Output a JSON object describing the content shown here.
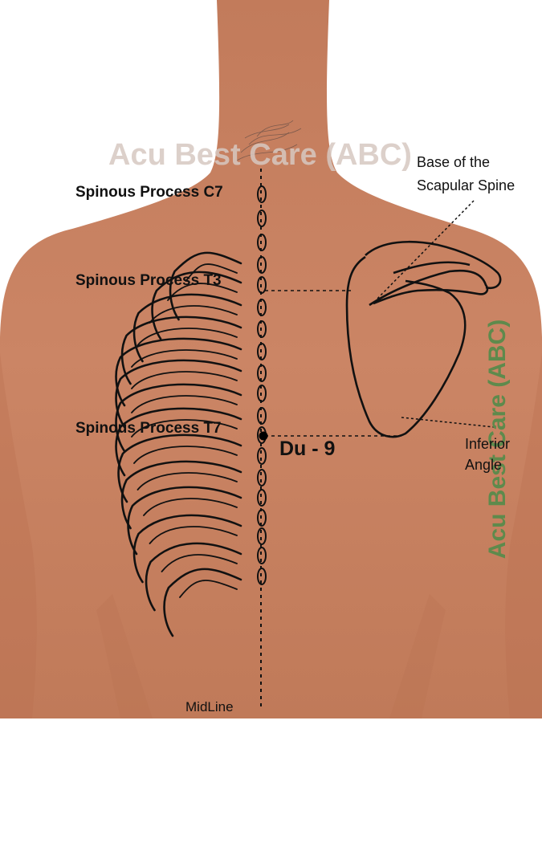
{
  "labels": {
    "c7": "Spinous Process C7",
    "t3": "Spinous Process T3",
    "t7": "Spinous Process T7",
    "point": "Du - 9",
    "scapular_spine_line1": "Base of the",
    "scapular_spine_line2": "Scapular Spine",
    "inferior_angle_line1": "Inferior",
    "inferior_angle_line2": "Angle",
    "midline": "MidLine"
  },
  "watermarks": {
    "top": "Acu Best Care (ABC)",
    "side": "Acu Best Care (ABC)"
  },
  "colors": {
    "skin": "#c98262",
    "skin_shade": "#b8704f",
    "line": "#111111",
    "point": "#000000",
    "watermark_top": "#d9cbc4",
    "watermark_side": "#5f8a4e"
  }
}
